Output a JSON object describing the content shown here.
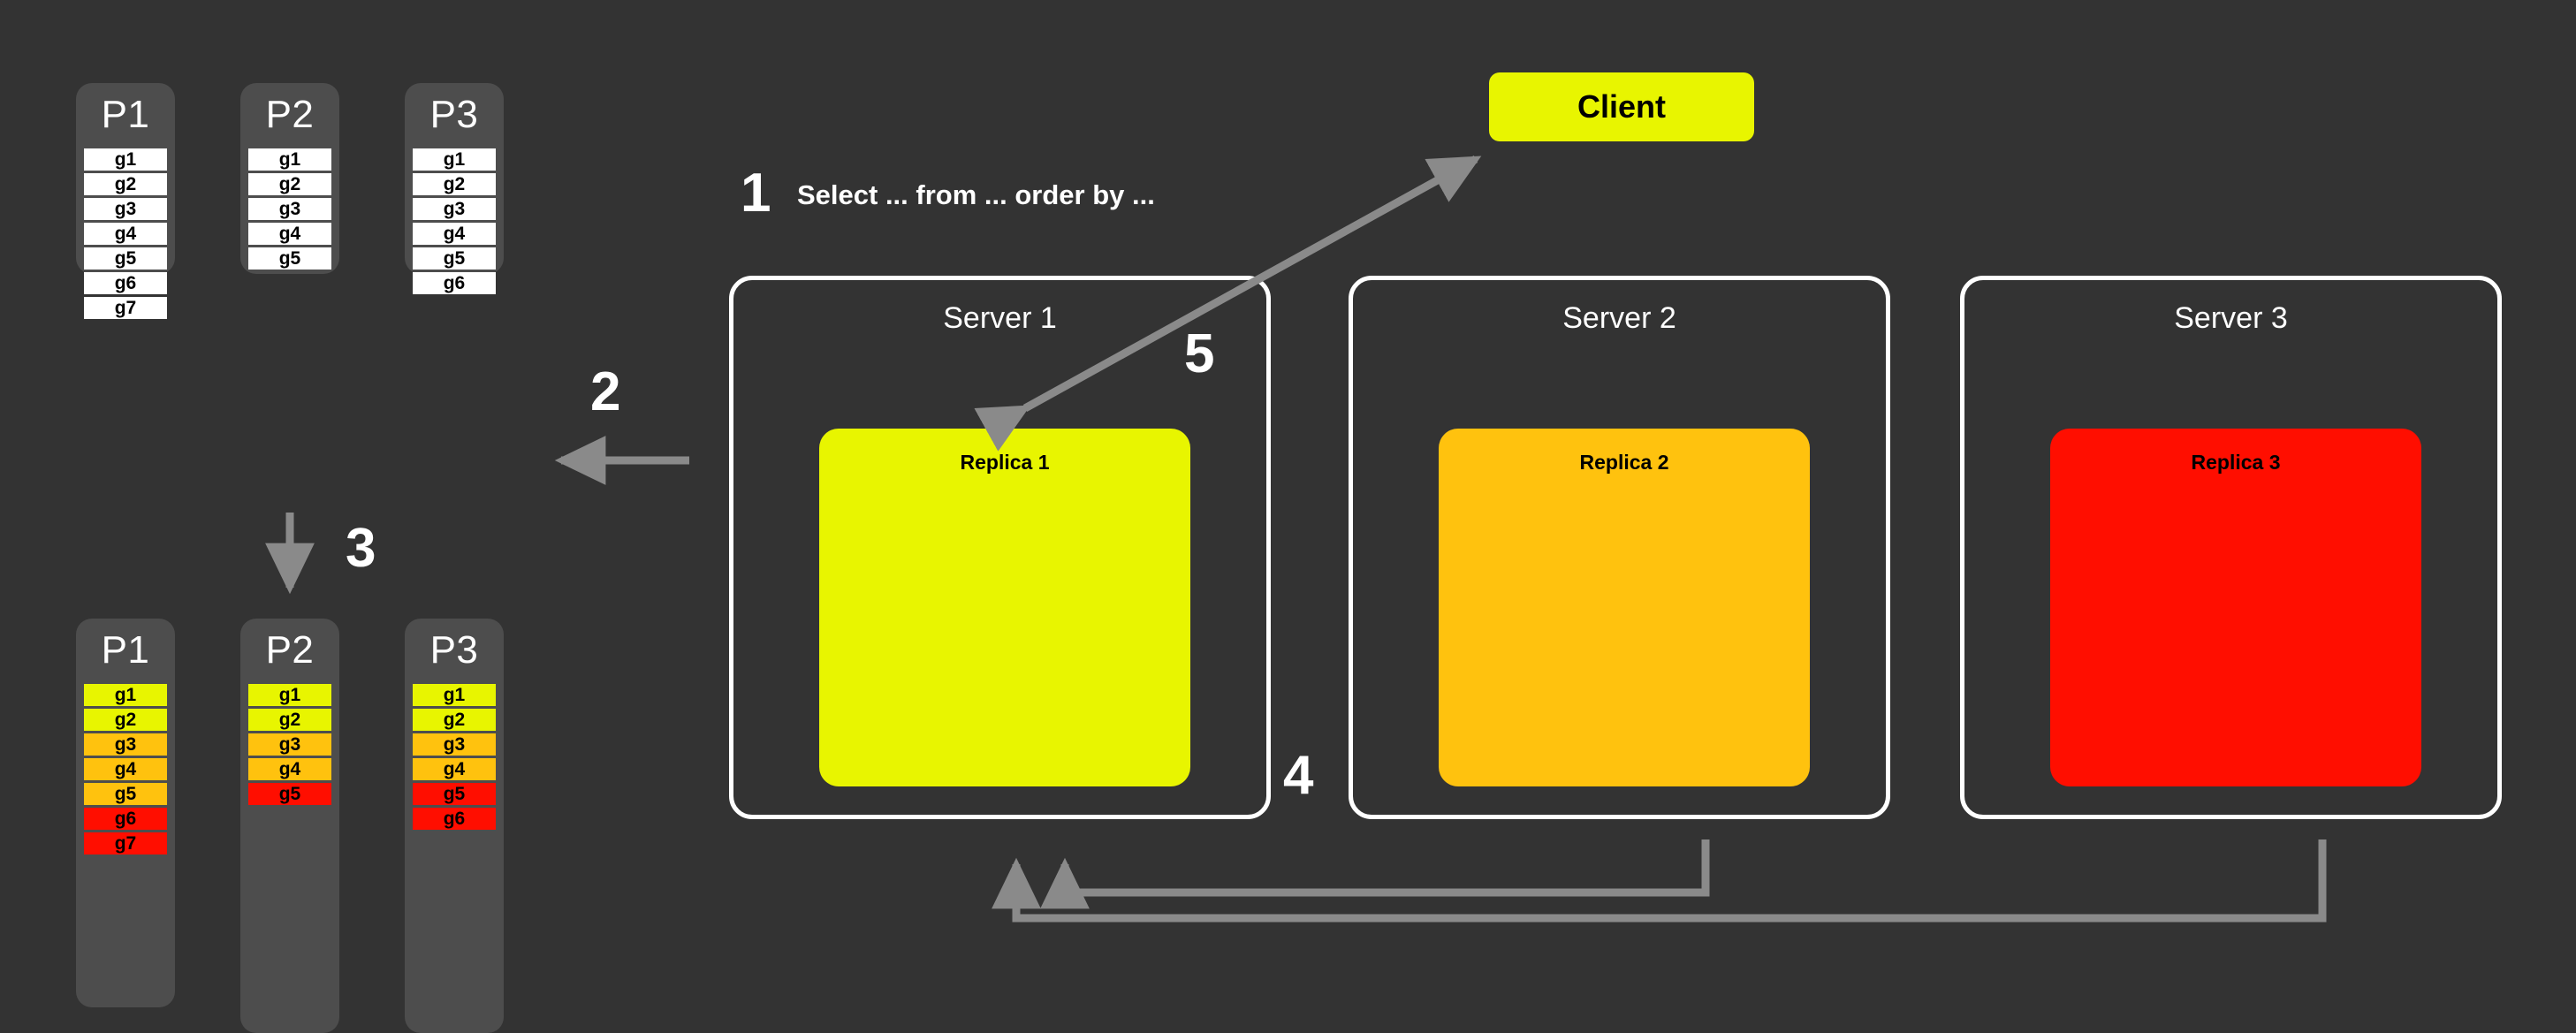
{
  "colors": {
    "background": "#333333",
    "partition_bg": "#4d4d4d",
    "cell_white": "#ffffff",
    "cell_yellow": "#e8f500",
    "cell_amber": "#ffc20e",
    "cell_red": "#ff0e00",
    "arrow": "#8a8a8a",
    "frame": "#ffffff",
    "replica1": "#e8f500",
    "replica2": "#ffc20e",
    "replica3": "#ff0e00",
    "client": "#e8f500"
  },
  "top_partitions": [
    {
      "title": "P1",
      "cells": [
        {
          "label": "g1",
          "color": "white"
        },
        {
          "label": "g2",
          "color": "white"
        },
        {
          "label": "g3",
          "color": "white"
        },
        {
          "label": "g4",
          "color": "white"
        },
        {
          "label": "g5",
          "color": "white"
        },
        {
          "label": "g6",
          "color": "white"
        },
        {
          "label": "g7",
          "color": "white"
        }
      ]
    },
    {
      "title": "P2",
      "cells": [
        {
          "label": "g1",
          "color": "white"
        },
        {
          "label": "g2",
          "color": "white"
        },
        {
          "label": "g3",
          "color": "white"
        },
        {
          "label": "g4",
          "color": "white"
        },
        {
          "label": "g5",
          "color": "white"
        }
      ]
    },
    {
      "title": "P3",
      "cells": [
        {
          "label": "g1",
          "color": "white"
        },
        {
          "label": "g2",
          "color": "white"
        },
        {
          "label": "g3",
          "color": "white"
        },
        {
          "label": "g4",
          "color": "white"
        },
        {
          "label": "g5",
          "color": "white"
        },
        {
          "label": "g6",
          "color": "white"
        }
      ]
    }
  ],
  "bottom_partitions": [
    {
      "title": "P1",
      "cells": [
        {
          "label": "g1",
          "color": "yellow"
        },
        {
          "label": "g2",
          "color": "yellow"
        },
        {
          "label": "g3",
          "color": "amber"
        },
        {
          "label": "g4",
          "color": "amber"
        },
        {
          "label": "g5",
          "color": "amber"
        },
        {
          "label": "g6",
          "color": "red"
        },
        {
          "label": "g7",
          "color": "red"
        }
      ]
    },
    {
      "title": "P2",
      "cells": [
        {
          "label": "g1",
          "color": "yellow"
        },
        {
          "label": "g2",
          "color": "yellow"
        },
        {
          "label": "g3",
          "color": "amber"
        },
        {
          "label": "g4",
          "color": "amber"
        },
        {
          "label": "g5",
          "color": "red"
        }
      ]
    },
    {
      "title": "P3",
      "cells": [
        {
          "label": "g1",
          "color": "yellow"
        },
        {
          "label": "g2",
          "color": "yellow"
        },
        {
          "label": "g3",
          "color": "amber"
        },
        {
          "label": "g4",
          "color": "amber"
        },
        {
          "label": "g5",
          "color": "red"
        },
        {
          "label": "g6",
          "color": "red"
        }
      ]
    }
  ],
  "servers": [
    {
      "title": "Server 1",
      "replica": "Replica 1",
      "color": "#e8f500"
    },
    {
      "title": "Server 2",
      "replica": "Replica 2",
      "color": "#ffc20e"
    },
    {
      "title": "Server 3",
      "replica": "Replica 3",
      "color": "#ff0e00"
    }
  ],
  "client": {
    "label": "Client"
  },
  "steps": {
    "one": "1",
    "two": "2",
    "three": "3",
    "four": "4",
    "five": "5"
  },
  "query": {
    "text": "Select ... from ... order by ..."
  }
}
